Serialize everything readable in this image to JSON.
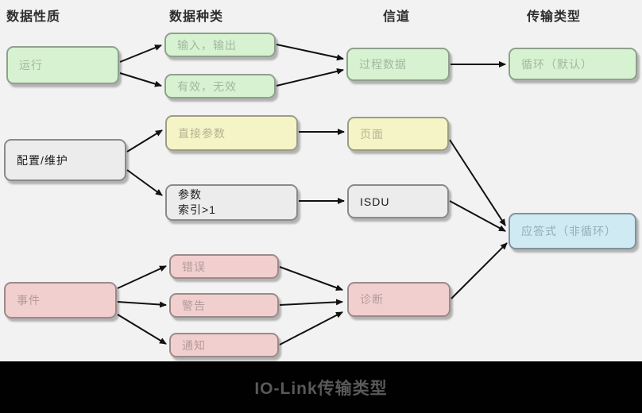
{
  "title": "IO-Link传输类型",
  "columns": {
    "c1": "数据性质",
    "c2": "数据种类",
    "c3": "信道",
    "c4": "传输类型"
  },
  "nodes": {
    "run": {
      "label": "运行",
      "color": "green"
    },
    "input_output": {
      "label": "输入，输出",
      "color": "green"
    },
    "valid_invalid": {
      "label": "有效，无效",
      "color": "green"
    },
    "process_data": {
      "label": "过程数据",
      "color": "green"
    },
    "cyclic": {
      "label": "循环（默认）",
      "color": "green"
    },
    "config_maint": {
      "label": "配置/维护",
      "color": "gray"
    },
    "direct_param": {
      "label": "直接参数",
      "color": "yellow"
    },
    "page": {
      "label": "页面",
      "color": "yellow"
    },
    "param_index": {
      "line1": "参数",
      "line2": "索引>1",
      "color": "gray"
    },
    "isdu": {
      "label": "ISDU",
      "color": "gray"
    },
    "response": {
      "label": "应答式（非循环）",
      "color": "blue"
    },
    "event": {
      "label": "事件",
      "color": "pink"
    },
    "error": {
      "label": "错误",
      "color": "pink"
    },
    "warning": {
      "label": "警告",
      "color": "pink"
    },
    "notification": {
      "label": "通知",
      "color": "pink"
    },
    "diagnosis": {
      "label": "诊断",
      "color": "pink"
    }
  },
  "colors": {
    "background": "#f2f2f2",
    "node_green": "#d6f2d0",
    "node_yellow": "#f4f4c6",
    "node_gray": "#ececec",
    "node_blue": "#cfeaf2",
    "node_pink": "#f2cfcf",
    "arrow": "#111111",
    "caption_bg": "#010101",
    "caption_text": "#595959"
  }
}
